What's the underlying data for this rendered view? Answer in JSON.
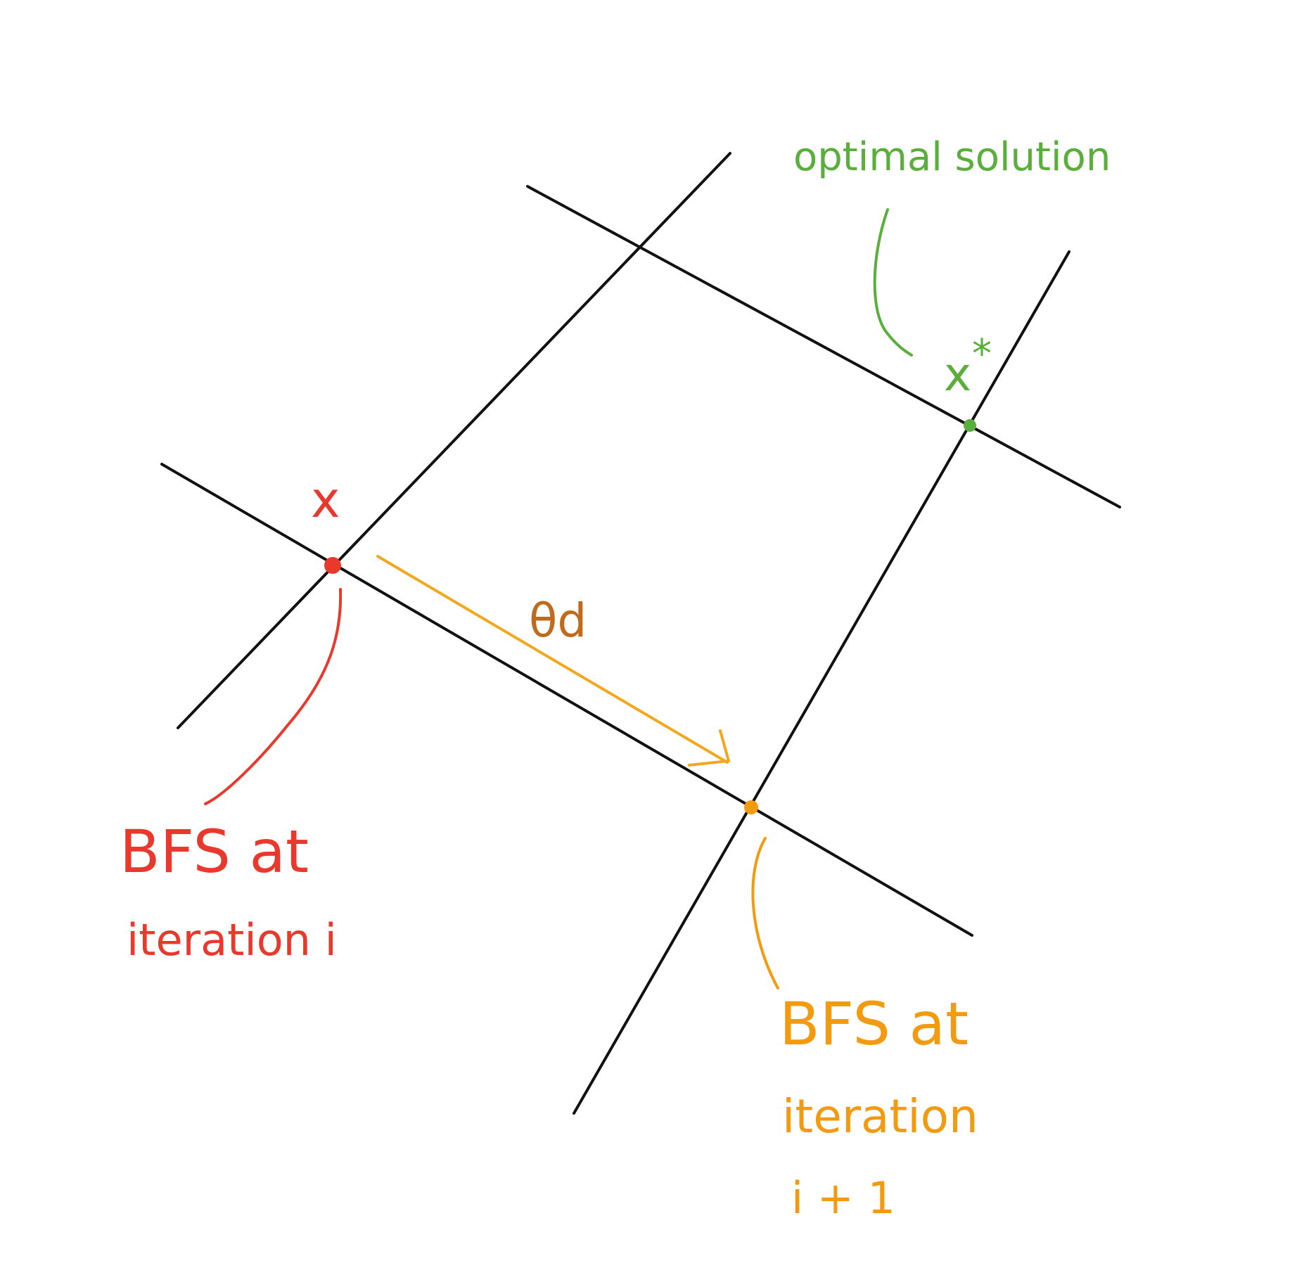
{
  "colors": {
    "constraint_lines": "#111111",
    "current_bfs": "#e8392c",
    "next_bfs": "#f29a10",
    "optimal": "#5aaf3c",
    "step": "#c06a1c",
    "step_arrow": "#f2a81d",
    "background": "#ffffff"
  },
  "labels": {
    "x": "x",
    "x_star_base": "x",
    "x_star_sup": "*",
    "optimal_solution": "optimal solution",
    "theta_d": "θd",
    "bfs_i_line1": "BFS at",
    "bfs_i_line2": "iteration i",
    "bfs_next_line1": "BFS at",
    "bfs_next_line2": "iteration",
    "bfs_next_line3": "i + 1"
  }
}
